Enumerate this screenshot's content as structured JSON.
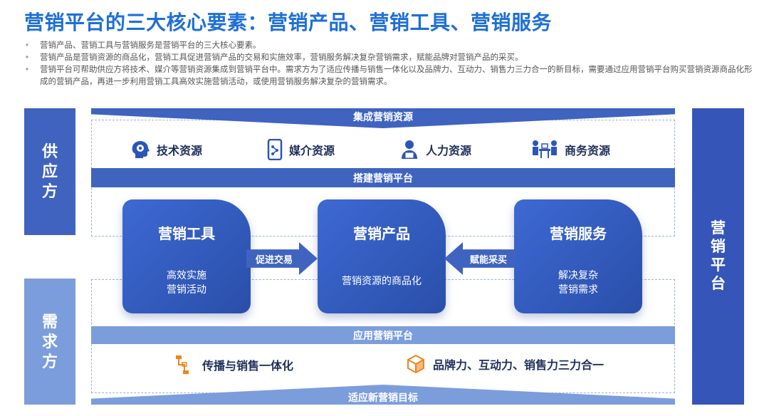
{
  "title": "营销平台的三大核心要素：营销产品、营销工具、营销服务",
  "bullets": [
    "营销产品、营销工具与营销服务是营销平台的三大核心要素。",
    "营销产品是营销资源的商品化，营销工具促进营销产品的交易和实施效率，营销服务解决复杂营销需求，赋能品牌对营销产品的采买。",
    "营销平台可帮助供应方将技术、媒介等营销资源集成到营销平台中。需求方为了适应传播与销售一体化以及品牌力、互动力、销售力三力合一的新目标，需要通过应用营销平台购买营销资源商品化形成的营销产品，再进一步利用营销工具高效实施营销活动，或使用营销服务解决复杂的营销需求。"
  ],
  "side": {
    "supply": "供应方",
    "demand": "需求方",
    "platform": "营销平台"
  },
  "banners": {
    "integrate": "集成营销资源",
    "build": "搭建营销平台",
    "apply": "应用营销平台",
    "adapt": "适应新营销目标"
  },
  "resources": [
    {
      "label": "技术资源",
      "icon": "brain-gear-icon"
    },
    {
      "label": "媒介资源",
      "icon": "phone-network-icon"
    },
    {
      "label": "人力资源",
      "icon": "person-laptop-icon"
    },
    {
      "label": "商务资源",
      "icon": "meeting-icon"
    }
  ],
  "cards": {
    "tools": {
      "title": "营销工具",
      "desc_line1": "高效实施",
      "desc_line2": "营销活动"
    },
    "product": {
      "title": "营销产品",
      "desc": "营销资源的商品化"
    },
    "service": {
      "title": "营销服务",
      "desc_line1": "解决复杂",
      "desc_line2": "营销需求"
    }
  },
  "arrows": {
    "promote": "促进交易",
    "empower": "赋能采买"
  },
  "goals": [
    {
      "label": "传播与销售一体化",
      "icon": "flow-icon",
      "color": "#f0841c"
    },
    {
      "label": "品牌力、互动力、销售力三力合一",
      "icon": "cube-icon",
      "color": "#f0841c"
    }
  ],
  "colors": {
    "title": "#1e6fd6",
    "primary": "#3f63bf",
    "light": "#7c9ddc",
    "dark": "#3555b8"
  }
}
